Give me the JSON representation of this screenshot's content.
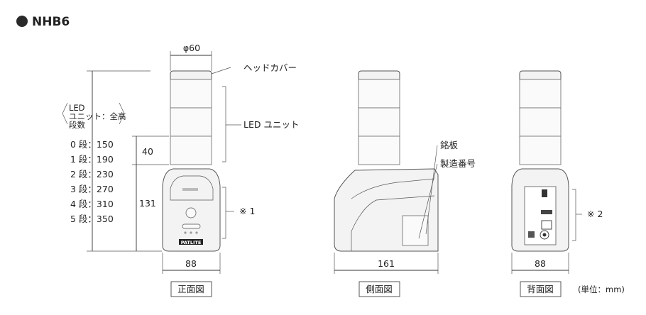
{
  "title": "NHB6",
  "parts": {
    "head_cover": "ヘッドカバー",
    "led_unit": "LED ユニット",
    "nameplate": "銘板",
    "serial_number": "製造番号"
  },
  "height_table": {
    "header_line1": "LED",
    "header_line2": "ユニット：全高",
    "header_line3": "段数",
    "rows": [
      "0 段：150",
      "1 段：190",
      "2 段：230",
      "3 段：270",
      "4 段：310",
      "5 段：350"
    ]
  },
  "dimensions": {
    "diameter": "φ60",
    "unit_height": "40",
    "base_height": "131",
    "front_width": "88",
    "side_width": "161",
    "back_width": "88"
  },
  "notes": {
    "front": "※ 1",
    "back": "※ 2"
  },
  "views": {
    "front": "正面図",
    "side": "側面図",
    "back": "背面図"
  },
  "unit": "(単位：mm)",
  "logo_text": "PATLITE"
}
